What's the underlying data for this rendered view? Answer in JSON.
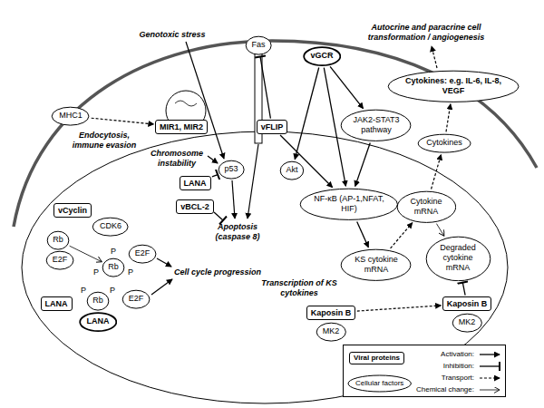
{
  "diagram": {
    "nodes": [
      {
        "text": [
          "MHC1"
        ]
      },
      {
        "text": [
          "MIR1, MIR2"
        ]
      },
      {
        "text": [
          "Fas"
        ]
      },
      {
        "text": [
          "vGCR"
        ]
      },
      {
        "text": [
          "vFLIP"
        ]
      },
      {
        "text": [
          "Akt"
        ]
      },
      {
        "text": [
          "JAK2-STAT3 pathway"
        ]
      },
      {
        "text": [
          "Cytokines: e.g. IL-6, IL-8, VEGF"
        ]
      },
      {
        "text": [
          "Cytokines"
        ]
      },
      {
        "text": [
          "LANA"
        ]
      },
      {
        "text": [
          "p53"
        ]
      },
      {
        "text": [
          "vBCL-2"
        ]
      },
      {
        "text": [
          "NF-κB (AP-1,NFAT, HIF)"
        ]
      },
      {
        "text": [
          "Cytokine mRNA"
        ]
      },
      {
        "text": [
          "Degraded cytokine mRNA"
        ]
      },
      {
        "text": [
          "vCyclin"
        ]
      },
      {
        "text": [
          "CDK6"
        ]
      },
      {
        "text": [
          "Rb"
        ]
      },
      {
        "text": [
          "E2F"
        ]
      },
      {
        "text": [
          "Rb"
        ]
      },
      {
        "text": [
          "E2F"
        ]
      },
      {
        "text": [
          "LANA"
        ]
      },
      {
        "text": [
          "Rb"
        ]
      },
      {
        "text": [
          "E2F"
        ]
      },
      {
        "text": [
          "LANA"
        ]
      },
      {
        "text": [
          "KS cytokine mRNA"
        ]
      },
      {
        "text": [
          "Kaposin B"
        ]
      },
      {
        "text": [
          "MK2"
        ]
      },
      {
        "text": [
          "Kaposin B"
        ]
      },
      {
        "text": [
          "MK2"
        ]
      }
    ],
    "edges": [
      {
        "from": 4,
        "to": 2,
        "arrow": "to"
      },
      {
        "from": 3,
        "to": 5,
        "arrow": "to"
      },
      {
        "from": 3,
        "to": 6,
        "arrow": "to"
      },
      {
        "from": 3,
        "to": 12,
        "arrow": "to"
      },
      {
        "from": 4,
        "to": 12,
        "arrow": "to"
      },
      {
        "from": 6,
        "to": 12,
        "arrow": "to"
      },
      {
        "from": 9,
        "to": 10,
        "arrow": "to"
      },
      {
        "from": 12,
        "to": 25,
        "arrow": "to"
      },
      {
        "from": 25,
        "to": 13,
        "arrow": "to"
      },
      {
        "from": 13,
        "to": 8,
        "arrow": "to"
      },
      {
        "from": 8,
        "to": 7,
        "arrow": "to"
      },
      {
        "from": 13,
        "to": 14,
        "arrow": "to"
      },
      {
        "from": 26,
        "to": 28,
        "arrow": "to"
      },
      {
        "from": 28,
        "to": 14,
        "arrow": "to"
      },
      {
        "from": 17,
        "to": 19,
        "arrow": "to"
      },
      {
        "from": 0,
        "to": 1,
        "arrow": "to"
      }
    ],
    "labels": [
      "Genotoxic stress",
      "Endocytosis, immune evasion",
      "Autocrine and paracrine cell transformation / angiogenesis",
      "Chromosome instability",
      "Apoptosis (caspase 8)",
      "Cell cycle progression",
      "Transcription of KS cytokines",
      "P",
      "P",
      "P",
      "P",
      "P"
    ],
    "legend": [
      {
        "text": "Viral proteins"
      },
      {
        "text": "Cellular factors"
      },
      {
        "text": "Activation:"
      },
      {
        "text": "Inhibition:"
      },
      {
        "text": "Transport:"
      },
      {
        "text": "Chemical change:"
      }
    ]
  }
}
